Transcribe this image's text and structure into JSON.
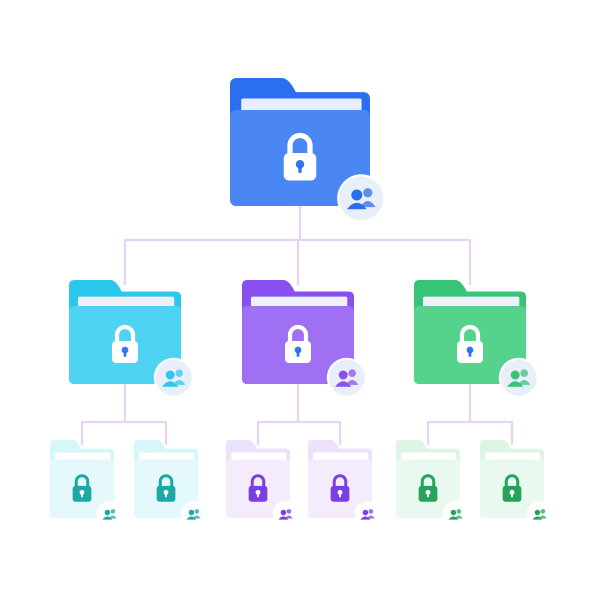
{
  "diagram": {
    "connector_color": "#e6d3f6",
    "badge_bg": "#e9effa",
    "root": {
      "name": "root-folder",
      "color": "#2b6fef",
      "color_light": "#4a87f5",
      "icons": [
        "lock-icon",
        "users-icon"
      ],
      "children": [
        {
          "name": "cyan-folder",
          "color": "#2cc7ec",
          "color_light": "#4fd3f2",
          "icons": [
            "lock-icon",
            "users-icon"
          ],
          "children": [
            {
              "name": "cyan-subfolder-1",
              "color": "#d7f6fb",
              "color_light": "#e5f9fd",
              "accent": "#1aa9a4"
            },
            {
              "name": "cyan-subfolder-2",
              "color": "#d7f6fb",
              "color_light": "#e5f9fd",
              "accent": "#1aa9a4"
            }
          ]
        },
        {
          "name": "purple-folder",
          "color": "#8a4fef",
          "color_light": "#9f6ff4",
          "icons": [
            "lock-icon",
            "users-icon"
          ],
          "children": [
            {
              "name": "purple-subfolder-1",
              "color": "#ede2fb",
              "color_light": "#f4ecfd",
              "accent": "#7a3fe4"
            },
            {
              "name": "purple-subfolder-2",
              "color": "#ede2fb",
              "color_light": "#f4ecfd",
              "accent": "#7a3fe4"
            }
          ]
        },
        {
          "name": "green-folder",
          "color": "#38c476",
          "color_light": "#55d28b",
          "icons": [
            "lock-icon",
            "users-icon"
          ],
          "children": [
            {
              "name": "green-subfolder-1",
              "color": "#def5e6",
              "color_light": "#eaf9ef",
              "accent": "#25a35b"
            },
            {
              "name": "green-subfolder-2",
              "color": "#def5e6",
              "color_light": "#eaf9ef",
              "accent": "#25a35b"
            }
          ]
        }
      ]
    }
  }
}
